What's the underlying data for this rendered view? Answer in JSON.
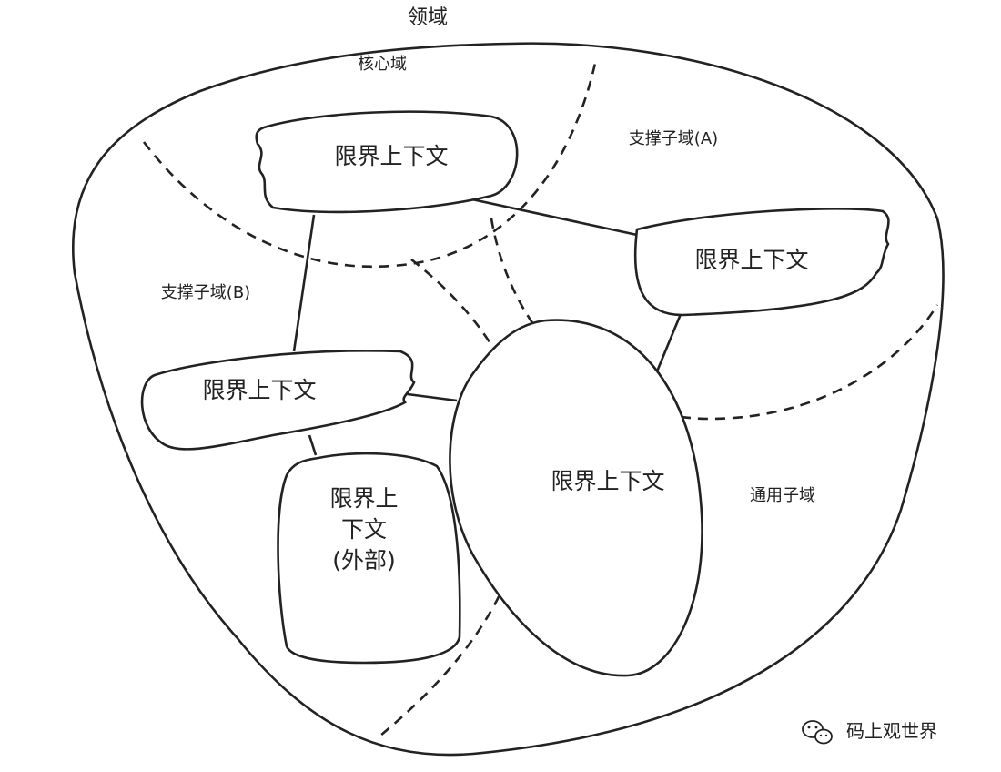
{
  "diagram": {
    "title": "领域",
    "subdomains": {
      "core": "核心域",
      "support_a": "支撑子域(A)",
      "support_b": "支撑子域(B)",
      "generic": "通用子域"
    },
    "contexts": {
      "top": "限界上下文",
      "right": "限界上下文",
      "left": "限界上下文",
      "center": "限界上下文",
      "external_line1": "限界上",
      "external_line2": "下文",
      "external_line3": "(外部)"
    }
  },
  "watermark": {
    "icon": "wechat-icon",
    "text": "码上观世界"
  }
}
